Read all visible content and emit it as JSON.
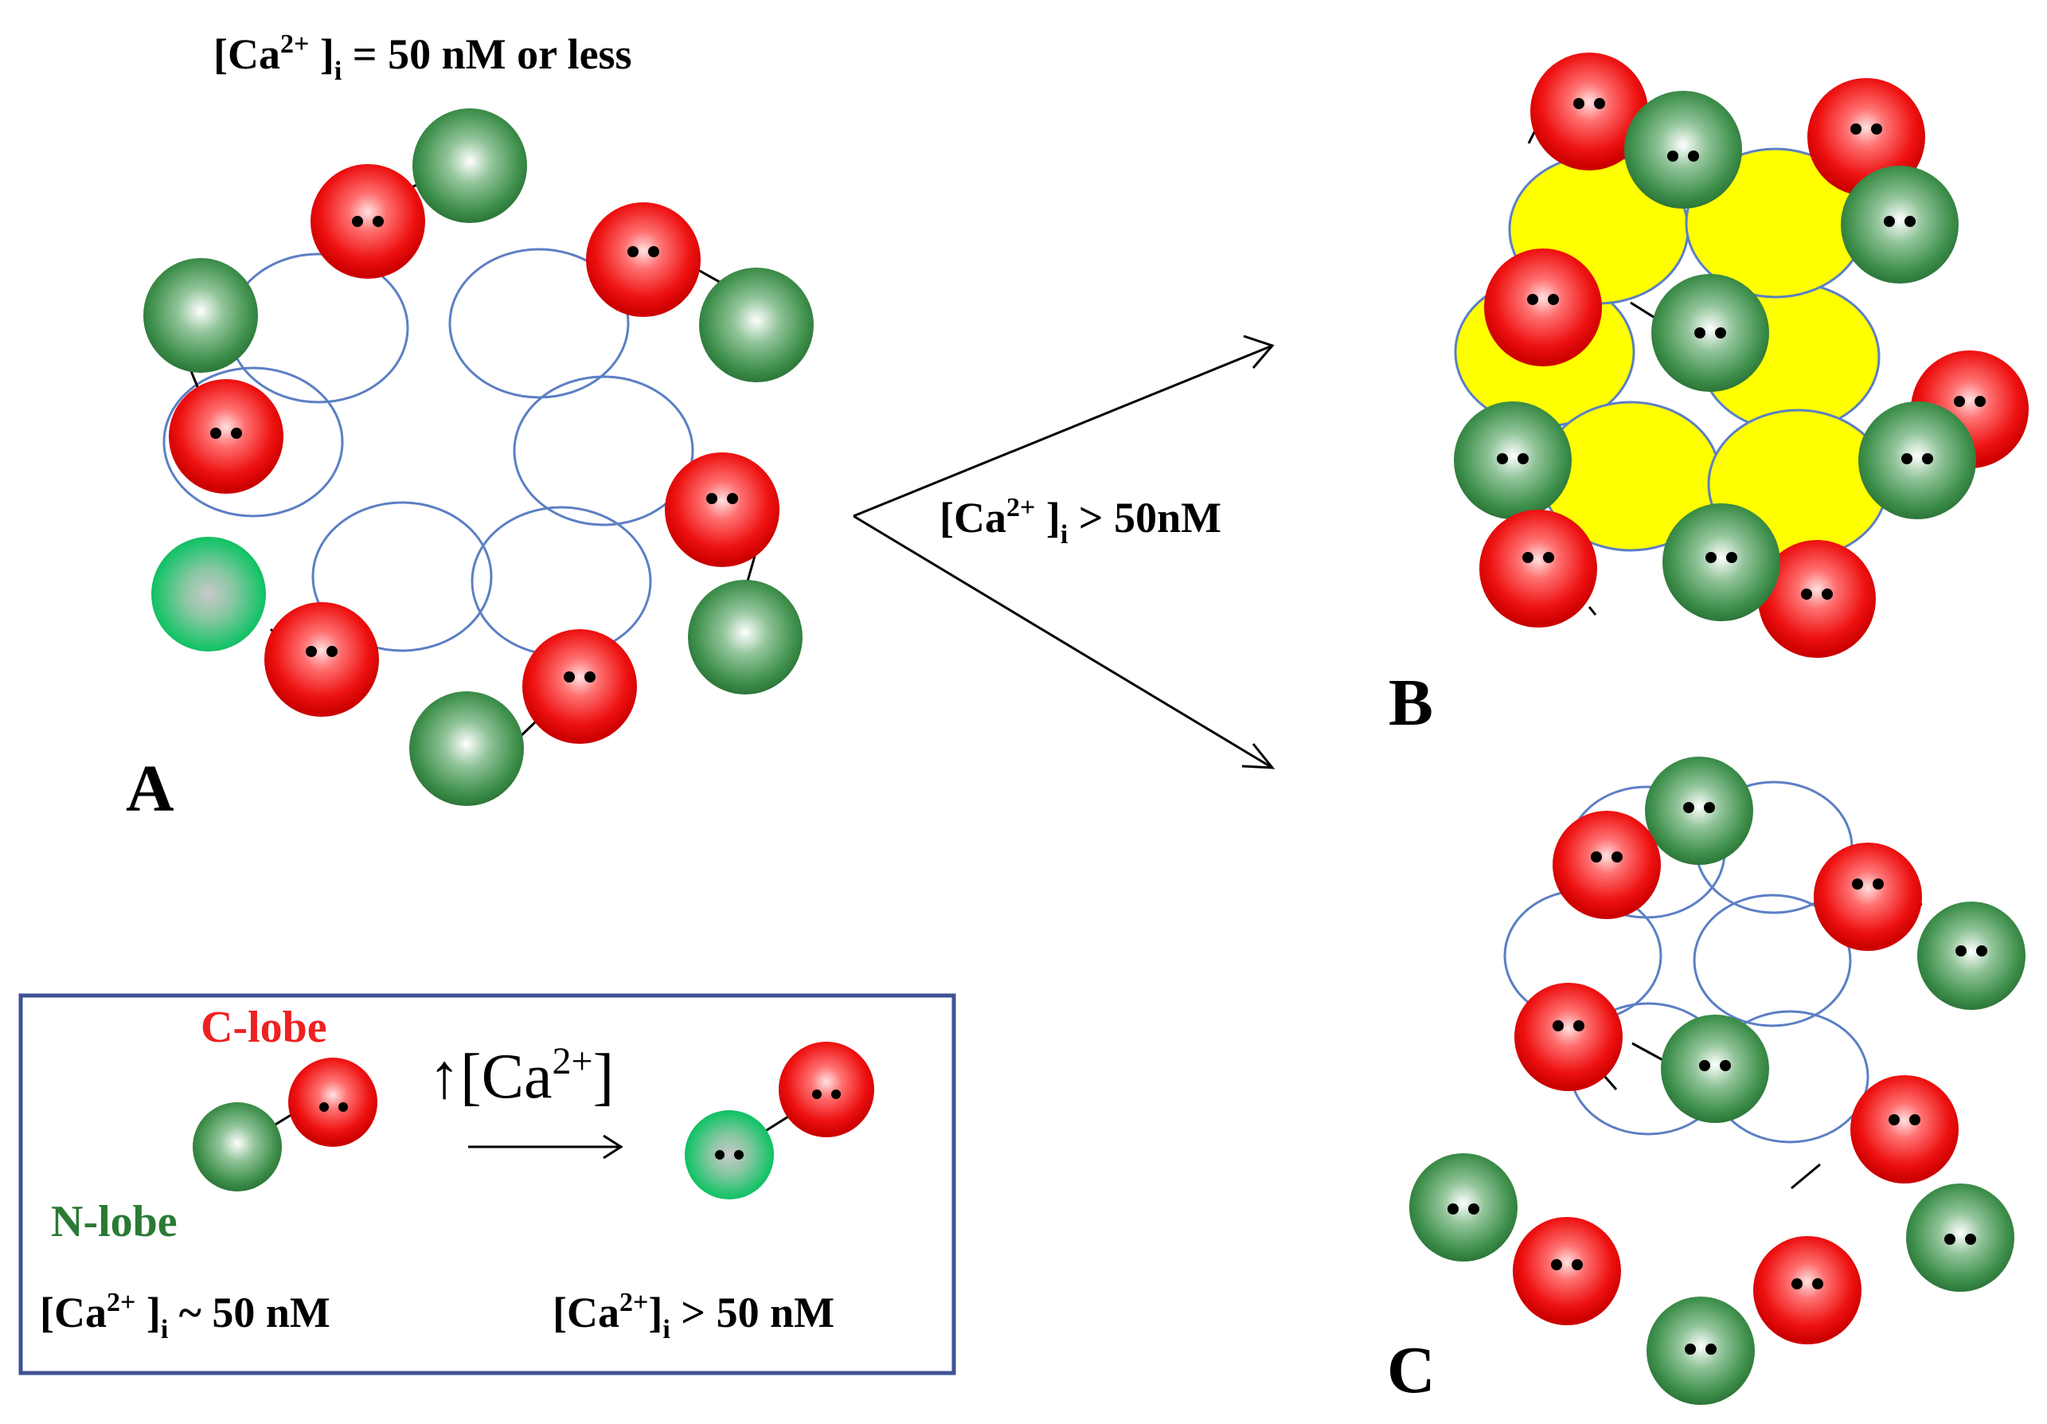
{
  "labels": {
    "panel_a_condition": {
      "base": "[Ca",
      "sup": "2+",
      "mid": " ]",
      "sub": "i",
      "rest": "  = 50 nM or less"
    },
    "arrow_condition": {
      "base": "[Ca",
      "sup": "2+",
      "mid": " ]",
      "sub": "i",
      "rest": " > 50nM"
    },
    "panel_a": "A",
    "panel_b": "B",
    "panel_c": "C"
  },
  "legend": {
    "c_lobe": "C-lobe",
    "n_lobe": "N-lobe",
    "transition": {
      "arrow": "↑",
      "base": "[Ca",
      "sup": "2+",
      "close": "]"
    },
    "left_condition": {
      "base": "[Ca",
      "sup": "2+",
      "mid": " ]",
      "sub": "i",
      "rest": "  ~ 50 nM"
    },
    "right_condition": {
      "base": "[Ca",
      "sup": "2+",
      "mid": "]",
      "sub": "i",
      "rest": "  > 50 nM"
    }
  },
  "colors": {
    "c_lobe": "#ee1111",
    "n_lobe": "#2e8b3e",
    "n_lobe_bright": "#19c46a",
    "channel_outline": "#5b7fc4",
    "channel_active_fill": "#ffff00",
    "legend_border": "#3f5294",
    "c_lobe_text": "#ee2222",
    "n_lobe_text": "#2a7a34"
  }
}
